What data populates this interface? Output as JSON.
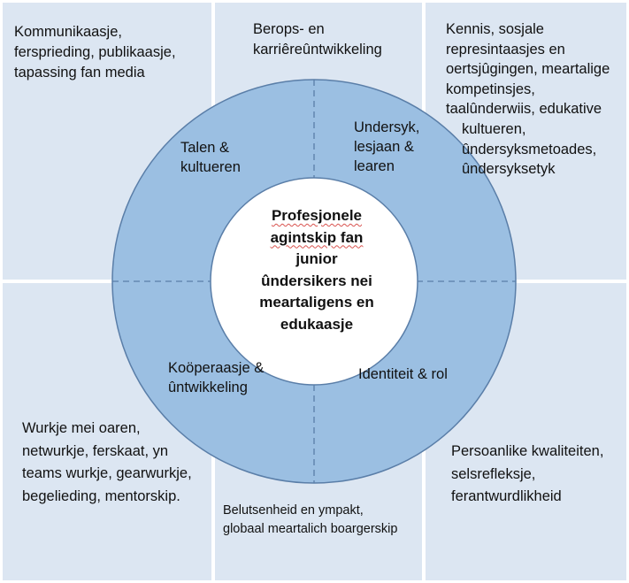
{
  "colors": {
    "panel": "#dce6f2",
    "ring": "#9bbfe2",
    "ring_stroke": "#5a7ea8",
    "center": "#ffffff",
    "underline": "#d9534f"
  },
  "center": {
    "lines": [
      "Profesjonele",
      "agintskip fan",
      "junior",
      "ûndersikers nei",
      "meartaligens en",
      "edukaasje"
    ]
  },
  "segments": {
    "top_left": [
      "Talen &",
      "kultueren"
    ],
    "top_right": [
      "Undersyk,",
      "lesjaan &",
      "learen"
    ],
    "bottom_left": [
      "Koöperaasje &",
      "ûntwikkeling"
    ],
    "bottom_right": [
      "Identiteit & rol"
    ]
  },
  "corners": {
    "top_left": [
      "Kommunikaasje,",
      "fersprieding, publikaasje,",
      "tapassing fan media"
    ],
    "top_center": [
      "Berops- en",
      "karriêreûntwikkeling"
    ],
    "top_right": [
      "Kennis, sosjale",
      "represintaasjes en",
      "oertsjûgingen, meartalige",
      "kompetinsjes,",
      "taalûnderwiis, edukative",
      "kultueren,",
      "ûndersyksmetoades,",
      "ûndersyksetyk"
    ],
    "bottom_left": [
      "Wurkje mei oaren,",
      "netwurkje, ferskaat, yn",
      "teams wurkje, gearwurkje,",
      "begelieding, mentorskip."
    ],
    "bottom_center": [
      "Belutsenheid en ympakt,",
      "globaal meartalich boargerskip"
    ],
    "bottom_right": [
      "Persoanlike kwaliteiten,",
      "selsrefleksje,",
      "ferantwurdlikheid"
    ]
  }
}
